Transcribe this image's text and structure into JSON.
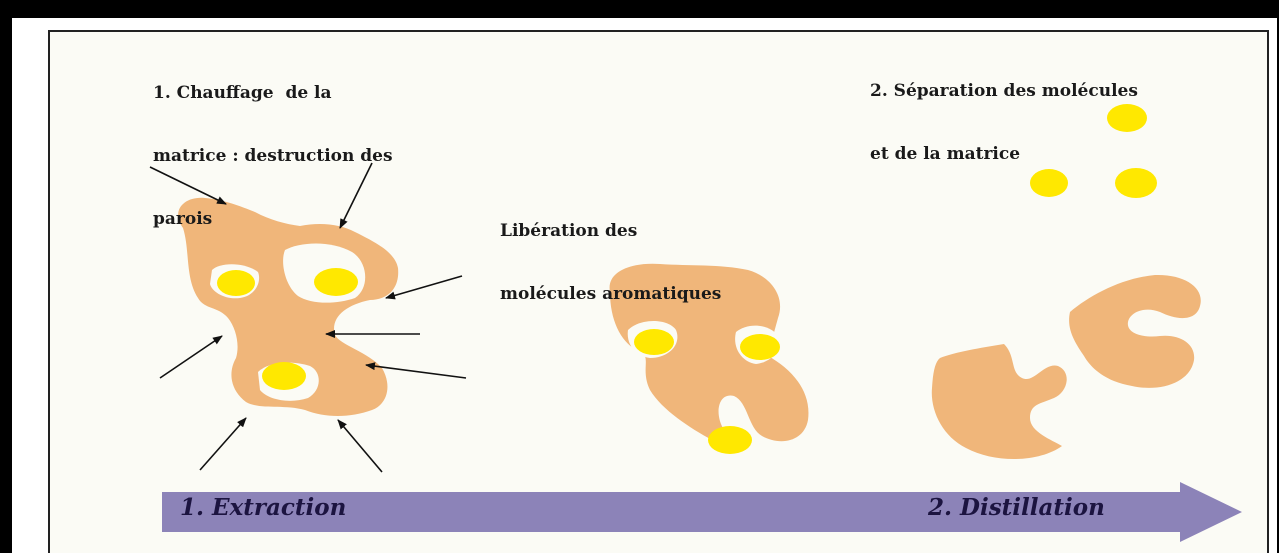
{
  "step1": {
    "title_lines": [
      "1. Chauffage  de la",
      "matrice : destruction des",
      "parois"
    ]
  },
  "liberation": {
    "lines": [
      "Libération des",
      "molécules aromatiques"
    ]
  },
  "step2": {
    "title_lines": [
      "2. Séparation des molécules",
      "et de la matrice"
    ]
  },
  "process_arrow": {
    "start_label": "1. Extraction",
    "end_label": "2. Distillation"
  },
  "colors": {
    "matrix": "#f0b67a",
    "molecule": "#ffe800",
    "arrow": "#8c83b8",
    "background": "#fbfbf5"
  }
}
